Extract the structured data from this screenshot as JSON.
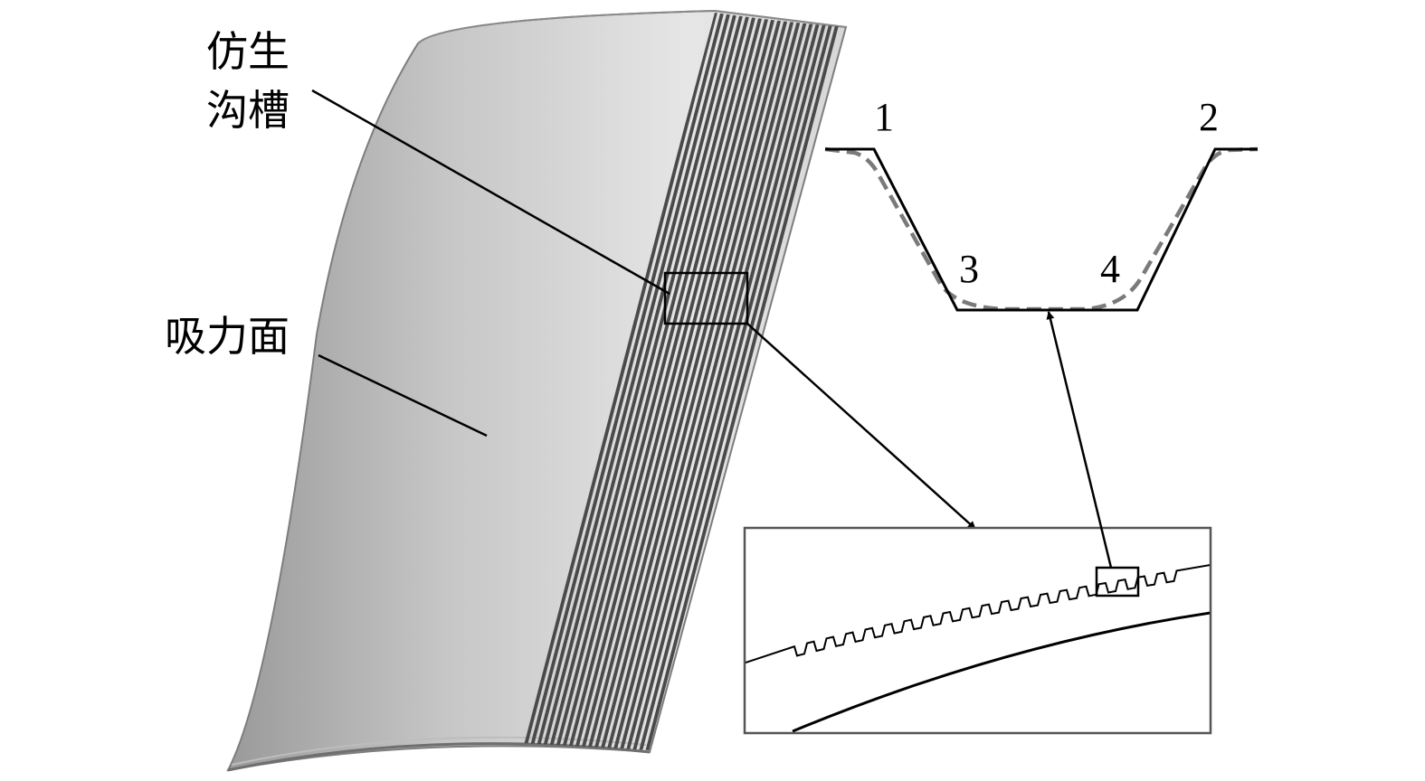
{
  "labels": {
    "bionic_groove_line1": "仿生",
    "bionic_groove_line2": "沟槽",
    "suction_surface": "吸力面"
  },
  "profile_points": {
    "p1": "1",
    "p2": "2",
    "p3": "3",
    "p4": "4"
  },
  "colors": {
    "blade_light": "#e4e4e4",
    "blade_dark": "#8e8e8e",
    "groove_stripe_dark": "#4a4a4a",
    "groove_stripe_light": "#ffffff",
    "line": "#000000",
    "dashed_profile": "#7a7a7a",
    "frame": "#555555"
  }
}
